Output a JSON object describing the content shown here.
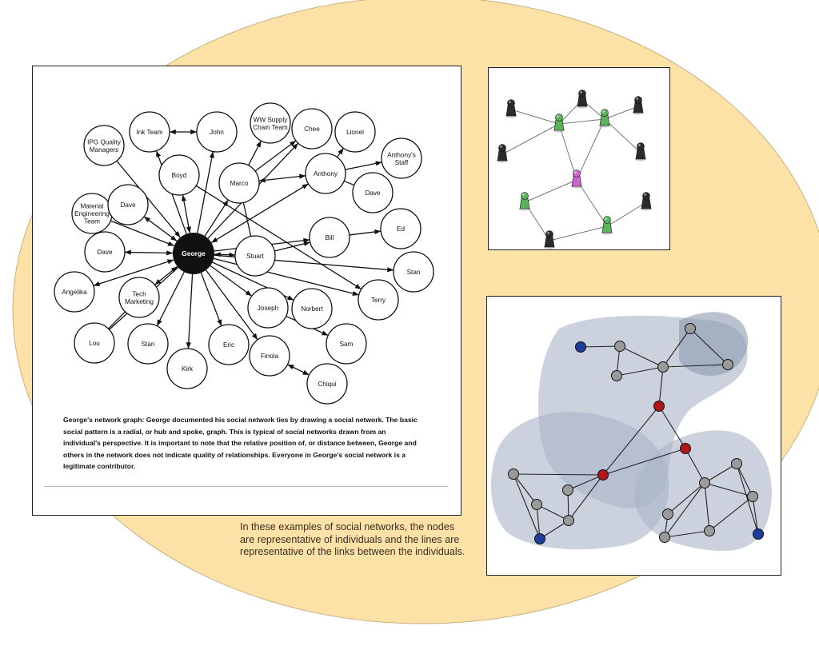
{
  "colors": {
    "background_ellipse": "#fde2a8",
    "panel_border": "#222222",
    "hub_node": "#111111",
    "pawn_black": "#2b2b2b",
    "pawn_green": "#5bb35b",
    "pawn_magenta": "#cc66cc",
    "cluster_fill": "#a8b4c8",
    "node_gray": "#9a9a9a",
    "node_red": "#b0151b",
    "node_blue": "#1f3d9c"
  },
  "george_graph": {
    "hub": "George",
    "nodes": [
      "Ink Team",
      "John",
      "WW Supply Chain Team",
      "Chee",
      "Lionel",
      "IPG Quality Managers",
      "Anthony's Staff",
      "Boyd",
      "Marco",
      "Anthony",
      "Material Engineering Team",
      "Dave",
      "Dave",
      "Dave",
      "Bill",
      "Ed",
      "Stuart",
      "Stan",
      "Angelika",
      "Tech Marketing",
      "Terry",
      "Joseph",
      "Norbert",
      "Lou",
      "Stan",
      "Eric",
      "Sam",
      "Kirk",
      "Finola",
      "Chiqui"
    ],
    "caption": "George's network graph: George documented his social network ties by drawing a social network. The basic social pattern is a radial, or hub and spoke, graph. This is typical of social networks drawn from an individual's perspective. It is important to note that the relative position of, or distance between, George and others in the network does not indicate quality of relationships. Everyone in George's social network is a legitimate contributor."
  },
  "pawn_network": {
    "node_colors": [
      "black",
      "black",
      "black",
      "black",
      "black",
      "green",
      "green",
      "black",
      "black",
      "magenta",
      "green",
      "black",
      "green",
      "black"
    ]
  },
  "cluster_network": {
    "node_colors": [
      "blue",
      "gray",
      "gray",
      "gray",
      "gray",
      "gray",
      "red",
      "red",
      "red",
      "gray",
      "gray",
      "gray",
      "gray",
      "gray",
      "gray",
      "gray",
      "gray",
      "gray",
      "gray",
      "gray",
      "blue",
      "blue"
    ]
  },
  "side_caption": "In these examples of social networks, the nodes are representative of individuals and the lines are representative of the links between the individuals."
}
